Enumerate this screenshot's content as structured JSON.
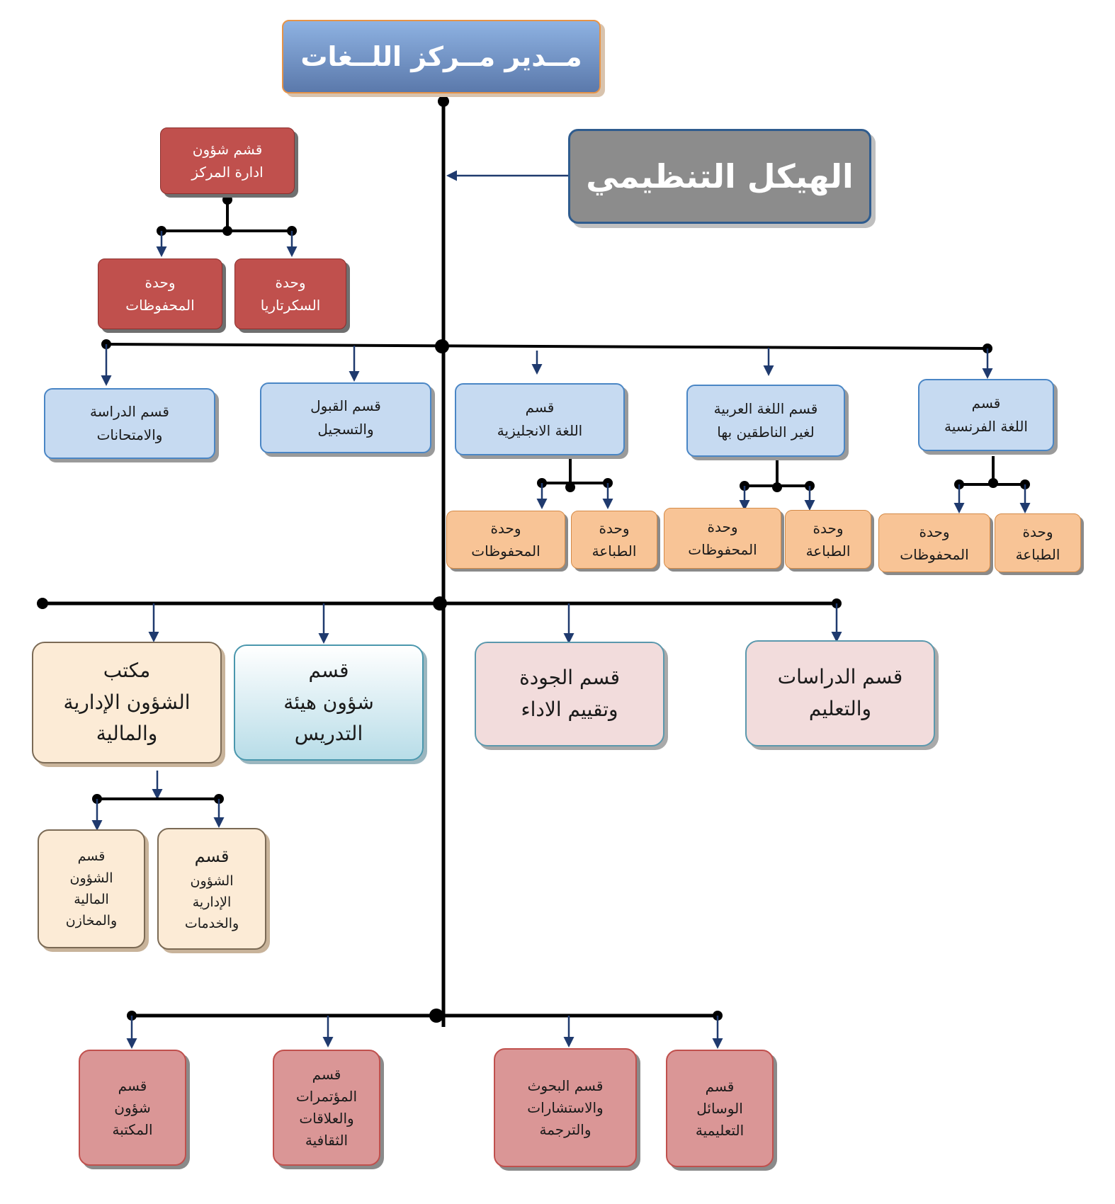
{
  "director": {
    "label": "مــدير مــركز اللــغات"
  },
  "chart_title": "الهيكل التنظيمي",
  "admin_affairs": {
    "lines": [
      "قشم شؤون",
      "ادارة المركز"
    ],
    "units": [
      {
        "lines": [
          "وحدة",
          "المحفوظات"
        ]
      },
      {
        "lines": [
          "وحدة",
          "السكرتاريا"
        ]
      }
    ]
  },
  "tier2": [
    {
      "lines": [
        "قسم الدراسة",
        "والامتحانات"
      ]
    },
    {
      "lines": [
        "قسم القبول",
        "والتسجيل"
      ]
    },
    {
      "lines": [
        "قسم",
        "اللغة الانجليزية"
      ]
    },
    {
      "lines": [
        "قسم اللغة العربية",
        "لغير الناطقين بها"
      ]
    },
    {
      "lines": [
        "قسم",
        "اللغة الفرنسية"
      ]
    }
  ],
  "tier2_units": [
    {
      "lines": [
        "وحدة",
        "المحفوظات"
      ]
    },
    {
      "lines": [
        "وحدة",
        "الطباعة"
      ]
    },
    {
      "lines": [
        "وحدة",
        "المحفوظات"
      ]
    },
    {
      "lines": [
        "وحدة",
        "الطباعة"
      ]
    },
    {
      "lines": [
        "وحدة",
        "المحفوظات"
      ]
    },
    {
      "lines": [
        "وحدة",
        "الطباعة"
      ]
    }
  ],
  "tier3": [
    {
      "lines": [
        "مكتب",
        "الشؤون الإدارية",
        "والمالية"
      ]
    },
    {
      "lines": [
        "قسم",
        "شؤون هيئة",
        "التدريس"
      ]
    },
    {
      "lines": [
        "قسم الجودة",
        "وتقييم الاداء"
      ]
    },
    {
      "lines": [
        "قسم الدراسات",
        "والتعليم"
      ]
    }
  ],
  "tier3_sub": [
    {
      "lines": [
        "قسم",
        "الشؤون",
        "المالية",
        "والمخازن"
      ]
    },
    {
      "lines": [
        "قسم",
        "الشؤون",
        "الإدارية",
        "والخدمات"
      ]
    }
  ],
  "tier4": [
    {
      "lines": [
        "قسم",
        "شؤون",
        "المكتبة"
      ]
    },
    {
      "lines": [
        "قسم",
        "المؤتمرات",
        "والعلاقات",
        "الثقافية"
      ]
    },
    {
      "lines": [
        "قسم البحوث",
        "والاستشارات",
        "والترجمة"
      ]
    },
    {
      "lines": [
        "قسم",
        "الوسائل",
        "التعليمية"
      ]
    }
  ],
  "colors": {
    "connector": "#000000",
    "arrow": "#1f3a6e",
    "director_fill": "#7195c9",
    "title_fill": "#8c8c8c",
    "admin_fill": "#c0504d",
    "language_fill": "#c6daf1",
    "unit_fill": "#f8c496",
    "office_fill": "#fcebd6",
    "teaching_fill": "#b8dde8",
    "quality_fill": "#f2dcdc",
    "bottom_fill": "#da9696"
  }
}
